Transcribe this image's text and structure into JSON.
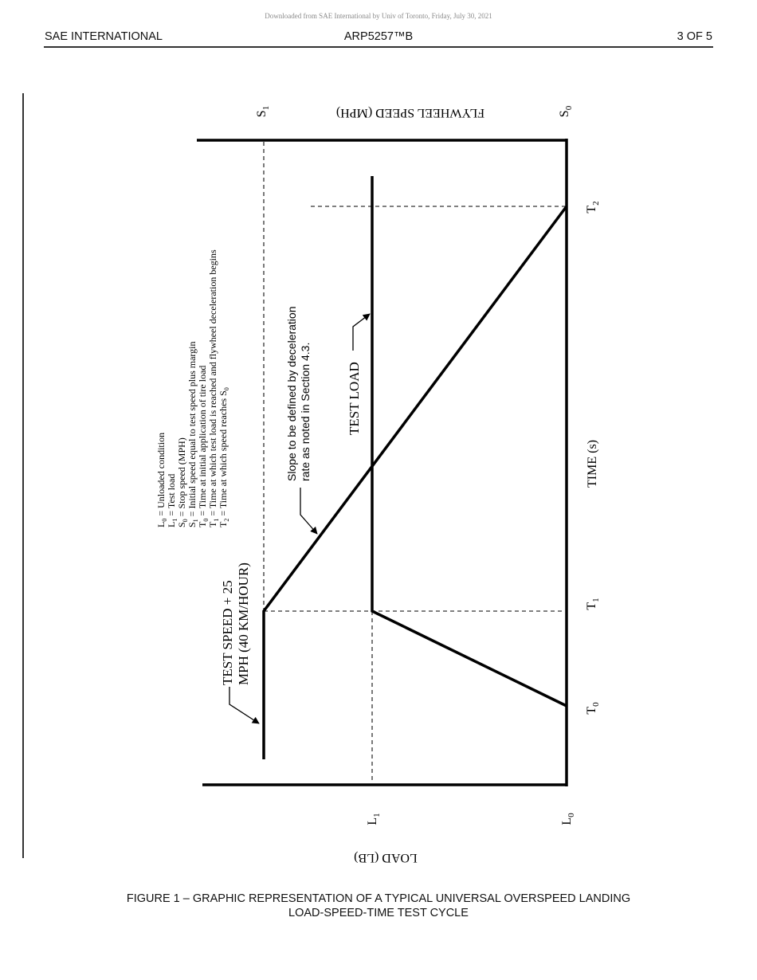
{
  "watermark": "Downloaded from SAE International by Univ of Toronto, Friday, July 30, 2021",
  "header": {
    "left": "SAE INTERNATIONAL",
    "center": "ARP5257™B",
    "right": "3 OF 5"
  },
  "figure": {
    "speed_axis_label": "FLYWHEEL SPEED (MPH)",
    "load_axis_label": "LOAD (LB)",
    "time_axis_label": "TIME (s)",
    "speed_ticks": [
      {
        "base": "S",
        "sub": "1"
      },
      {
        "base": "S",
        "sub": "0"
      }
    ],
    "load_ticks": [
      {
        "base": "L",
        "sub": "1"
      },
      {
        "base": "L",
        "sub": "0"
      }
    ],
    "time_ticks": [
      {
        "base": "T",
        "sub": "2"
      },
      {
        "base": "T",
        "sub": "1"
      },
      {
        "base": "T",
        "sub": "0"
      }
    ],
    "legend": [
      {
        "sym": "L",
        "sub": "0",
        "text": " = Unloaded condition"
      },
      {
        "sym": "L",
        "sub": "1",
        "text": " = Test load"
      },
      {
        "sym": "S",
        "sub": "0",
        "text": " = Stop speed (MPH)"
      },
      {
        "sym": "S",
        "sub": "1",
        "text": " = Initial speed equal to test speed plus margin"
      },
      {
        "sym": "T",
        "sub": "0",
        "text": " = Time at initial application of tire load"
      },
      {
        "sym": "T",
        "sub": "1",
        "text": " = Time at which test load is reached and flywheel deceleration begins"
      },
      {
        "sym": "T",
        "sub": "2",
        "text": " = Time at which speed reaches S",
        "tail_sub": "0"
      }
    ],
    "annotations": {
      "test_speed_line1": "TEST SPEED + 25",
      "test_speed_line2": "MPH (40 KM/HOUR)",
      "slope_line1": "Slope to be defined by deceleration",
      "slope_line2": "rate as noted in Section 4.3.",
      "test_load": "TEST LOAD"
    }
  },
  "caption": {
    "line1": "FIGURE 1 – GRAPHIC REPRESENTATION OF A TYPICAL UNIVERSAL OVERSPEED LANDING",
    "line2": "LOAD-SPEED-TIME TEST CYCLE"
  },
  "chart_data": {
    "type": "line",
    "title": "FIGURE 1 – GRAPHIC REPRESENTATION OF A TYPICAL UNIVERSAL OVERSPEED LANDING LOAD-SPEED-TIME TEST CYCLE",
    "orientation": "rotated 90 degrees; time axis runs vertically (upward), load and speed axes run horizontally",
    "xlabel": "TIME (s)",
    "ylabel_left": "LOAD (LB)",
    "ylabel_right": "FLYWHEEL SPEED (MPH)",
    "x_ticks": [
      "T0",
      "T1",
      "T2"
    ],
    "load_ticks": [
      "L0",
      "L1"
    ],
    "speed_ticks": [
      "S0",
      "S1"
    ],
    "series": [
      {
        "name": "Load",
        "points": [
          {
            "t": "T0",
            "value": "L0"
          },
          {
            "t": "T1",
            "value": "L1"
          },
          {
            "t": "after T2",
            "value": "L1"
          }
        ],
        "note": "Load ramps linearly from L0 at T0 to test load L1 at T1, then held constant"
      },
      {
        "name": "Flywheel speed",
        "points": [
          {
            "t": "before T0",
            "value": "S1"
          },
          {
            "t": "T1",
            "value": "S1"
          },
          {
            "t": "T2",
            "value": "S0"
          }
        ],
        "note": "Speed held at S1 (test speed + 25 MPH / 40 km/h) until T1, then decelerates linearly to S0 at T2"
      }
    ],
    "reference_lines": [
      "S1 (dashed)",
      "L1 (dashed)",
      "T1 (dashed)",
      "T2 (dashed)"
    ],
    "legend_position": "upper-left (rotated)"
  }
}
